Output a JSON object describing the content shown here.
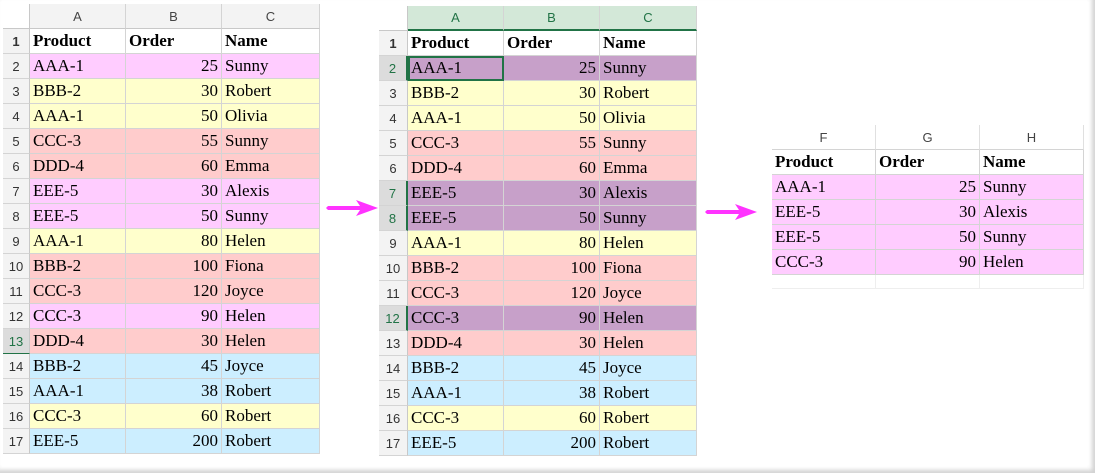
{
  "sheet1": {
    "columns": [
      "A",
      "B",
      "C"
    ],
    "header": {
      "num": "1",
      "a": "Product",
      "b": "Order",
      "c": "Name"
    },
    "rows": [
      {
        "num": "2",
        "a": "AAA-1",
        "b": "25",
        "c": "Sunny",
        "color": "pink"
      },
      {
        "num": "3",
        "a": "BBB-2",
        "b": "30",
        "c": "Robert",
        "color": "yellow"
      },
      {
        "num": "4",
        "a": "AAA-1",
        "b": "50",
        "c": "Olivia",
        "color": "yellow"
      },
      {
        "num": "5",
        "a": "CCC-3",
        "b": "55",
        "c": "Sunny",
        "color": "salmon"
      },
      {
        "num": "6",
        "a": "DDD-4",
        "b": "60",
        "c": "Emma",
        "color": "salmon"
      },
      {
        "num": "7",
        "a": "EEE-5",
        "b": "30",
        "c": "Alexis",
        "color": "pink"
      },
      {
        "num": "8",
        "a": "EEE-5",
        "b": "50",
        "c": "Sunny",
        "color": "pink"
      },
      {
        "num": "9",
        "a": "AAA-1",
        "b": "80",
        "c": "Helen",
        "color": "yellow"
      },
      {
        "num": "10",
        "a": "BBB-2",
        "b": "100",
        "c": "Fiona",
        "color": "salmon"
      },
      {
        "num": "11",
        "a": "CCC-3",
        "b": "120",
        "c": "Joyce",
        "color": "salmon"
      },
      {
        "num": "12",
        "a": "CCC-3",
        "b": "90",
        "c": "Helen",
        "color": "pink"
      },
      {
        "num": "13",
        "a": "DDD-4",
        "b": "30",
        "c": "Helen",
        "color": "salmon",
        "rowsel": true
      },
      {
        "num": "14",
        "a": "BBB-2",
        "b": "45",
        "c": "Joyce",
        "color": "blue"
      },
      {
        "num": "15",
        "a": "AAA-1",
        "b": "38",
        "c": "Robert",
        "color": "blue"
      },
      {
        "num": "16",
        "a": "CCC-3",
        "b": "60",
        "c": "Robert",
        "color": "yellow"
      },
      {
        "num": "17",
        "a": "EEE-5",
        "b": "200",
        "c": "Robert",
        "color": "blue"
      }
    ]
  },
  "sheet2": {
    "columns": [
      "A",
      "B",
      "C"
    ],
    "header": {
      "num": "1",
      "a": "Product",
      "b": "Order",
      "c": "Name"
    },
    "rows": [
      {
        "num": "2",
        "a": "AAA-1",
        "b": "25",
        "c": "Sunny",
        "color": "purple",
        "hsel": true,
        "activeA": true
      },
      {
        "num": "3",
        "a": "BBB-2",
        "b": "30",
        "c": "Robert",
        "color": "yellow"
      },
      {
        "num": "4",
        "a": "AAA-1",
        "b": "50",
        "c": "Olivia",
        "color": "yellow"
      },
      {
        "num": "5",
        "a": "CCC-3",
        "b": "55",
        "c": "Sunny",
        "color": "salmon"
      },
      {
        "num": "6",
        "a": "DDD-4",
        "b": "60",
        "c": "Emma",
        "color": "salmon"
      },
      {
        "num": "7",
        "a": "EEE-5",
        "b": "30",
        "c": "Alexis",
        "color": "purple",
        "hsel": true
      },
      {
        "num": "8",
        "a": "EEE-5",
        "b": "50",
        "c": "Sunny",
        "color": "purple",
        "hsel": true
      },
      {
        "num": "9",
        "a": "AAA-1",
        "b": "80",
        "c": "Helen",
        "color": "yellow"
      },
      {
        "num": "10",
        "a": "BBB-2",
        "b": "100",
        "c": "Fiona",
        "color": "salmon"
      },
      {
        "num": "11",
        "a": "CCC-3",
        "b": "120",
        "c": "Joyce",
        "color": "salmon"
      },
      {
        "num": "12",
        "a": "CCC-3",
        "b": "90",
        "c": "Helen",
        "color": "purple",
        "hsel": true
      },
      {
        "num": "13",
        "a": "DDD-4",
        "b": "30",
        "c": "Helen",
        "color": "salmon"
      },
      {
        "num": "14",
        "a": "BBB-2",
        "b": "45",
        "c": "Joyce",
        "color": "blue"
      },
      {
        "num": "15",
        "a": "AAA-1",
        "b": "38",
        "c": "Robert",
        "color": "blue"
      },
      {
        "num": "16",
        "a": "CCC-3",
        "b": "60",
        "c": "Robert",
        "color": "yellow"
      },
      {
        "num": "17",
        "a": "EEE-5",
        "b": "200",
        "c": "Robert",
        "color": "blue"
      }
    ]
  },
  "sheet3": {
    "columns": [
      "F",
      "G",
      "H"
    ],
    "header": {
      "a": "Product",
      "b": "Order",
      "c": "Name"
    },
    "rows": [
      {
        "a": "AAA-1",
        "b": "25",
        "c": "Sunny",
        "color": "pink"
      },
      {
        "a": "EEE-5",
        "b": "30",
        "c": "Alexis",
        "color": "pink"
      },
      {
        "a": "EEE-5",
        "b": "50",
        "c": "Sunny",
        "color": "pink"
      },
      {
        "a": "CCC-3",
        "b": "90",
        "c": "Helen",
        "color": "pink"
      }
    ]
  },
  "colors": {
    "pink": "#ffccff",
    "yellow": "#ffffcc",
    "salmon": "#ffcccc",
    "blue": "#cceeff",
    "purple": "#c7a0c9",
    "arrow": "#ff33ff",
    "selection": "#217346"
  }
}
